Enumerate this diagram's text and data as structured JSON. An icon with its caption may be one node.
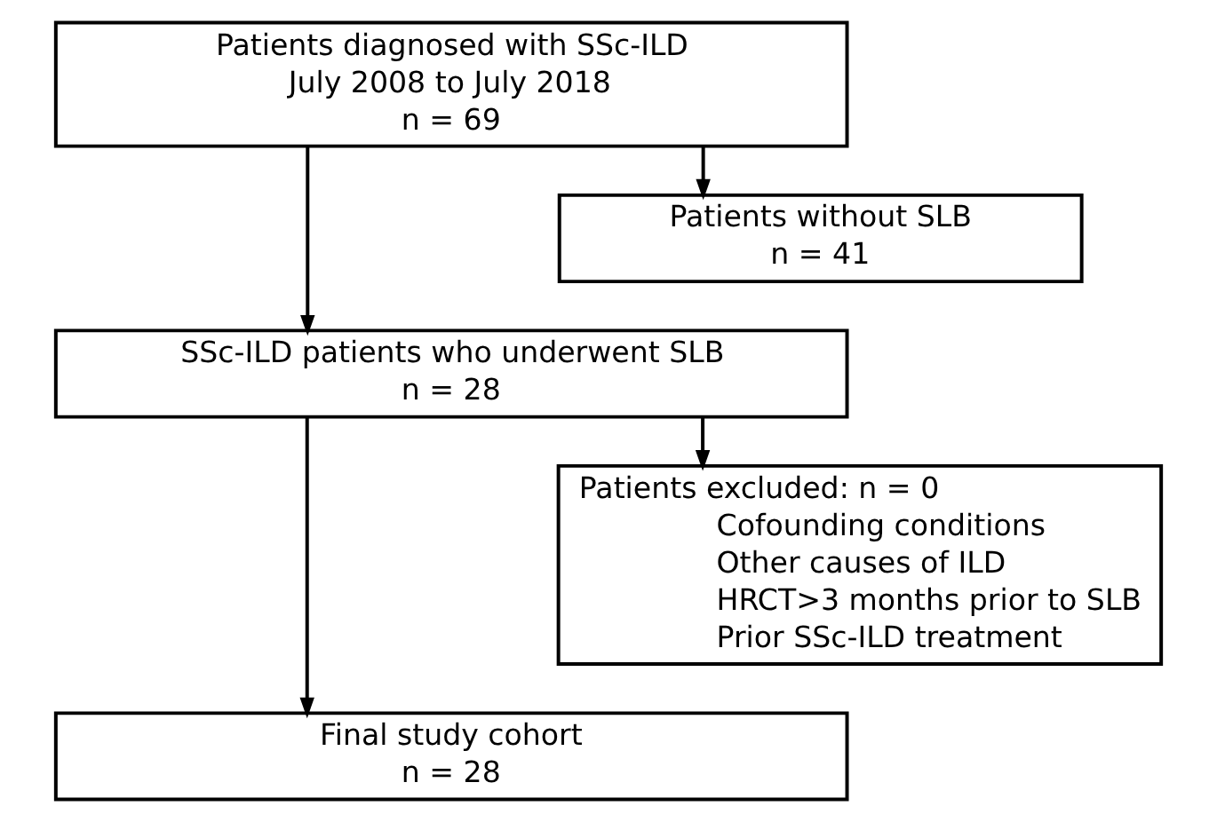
{
  "diagram": {
    "nodes": [
      {
        "text": [
          "Patients diagnosed with SSc-ILD",
          "July 2008 to July 2018",
          "n = 69"
        ]
      },
      {
        "text": [
          "Patients without SLB",
          "n = 41"
        ]
      },
      {
        "text": [
          "SSc-ILD patients who underwent SLB",
          "n = 28"
        ]
      },
      {
        "text": [
          "Patients excluded: n = 0",
          "Cofounding conditions",
          "Other causes of ILD",
          "HRCT>3 months prior to SLB",
          "Prior SSc-ILD treatment"
        ]
      },
      {
        "text": [
          "Final study cohort",
          "n = 28"
        ]
      }
    ],
    "edges": [
      {
        "from": 0,
        "to": 2,
        "arrow": "to"
      },
      {
        "from": 0,
        "to": 1,
        "arrow": "to"
      },
      {
        "from": 2,
        "to": 4,
        "arrow": "to"
      },
      {
        "from": 2,
        "to": 3,
        "arrow": "to"
      }
    ]
  }
}
